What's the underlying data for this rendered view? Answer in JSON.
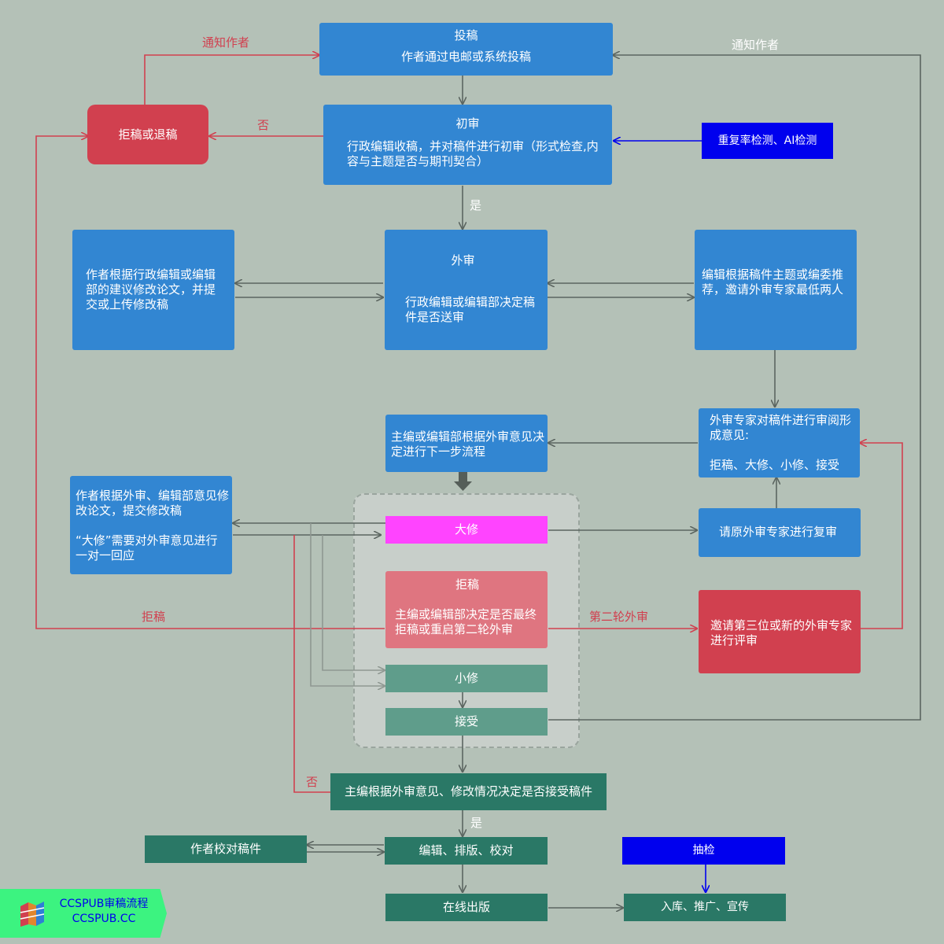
{
  "nodes": {
    "submit_title": "投稿",
    "submit_desc": "作者通过电邮或系统投稿",
    "reject_return": "拒稿或退稿",
    "initial_title": "初审",
    "initial_desc": "行政编辑收稿，并对稿件进行初审（形式检查,内容与主题是否与期刊契合）",
    "plagiarism": "重复率检测、AI检测",
    "author_revise_1": "作者根据行政编辑或编辑部的建议修改论文，并提交或上传修改稿",
    "external_title": "外审",
    "external_desc": "行政编辑或编辑部决定稿件是否送审",
    "invite_reviewers": "编辑根据稿件主题或编委推荐，邀请外审专家最低两人",
    "reviewer_opinion": "外审专家对稿件进行审阅形成意见:",
    "reviewer_options": "拒稿、大修、小修、接受",
    "editor_decide": "主编或编辑部根据外审意见决定进行下一步流程",
    "author_revise_2": "作者根据外审、编辑部意见修改论文，提交修改稿",
    "major_note": "“大修”需要对外审意见进行一对一回应",
    "major": "大修",
    "re_review": "请原外审专家进行复审",
    "reject_title": "拒稿",
    "reject_desc": "主编或编辑部决定是否最终拒稿或重启第二轮外审",
    "third_reviewer": "邀请第三位或新的外审专家进行评审",
    "minor": "小修",
    "accept": "接受",
    "final_decision": "主编根据外审意见、修改情况决定是否接受稿件",
    "author_proof": "作者校对稿件",
    "edit_typeset": "编辑、排版、校对",
    "spot_check": "抽检",
    "online_publish": "在线出版",
    "archive_promote": "入库、推广、宣传"
  },
  "edge_labels": {
    "notify_author_left": "通知作者",
    "notify_author_right": "通知作者",
    "no_initial": "否",
    "yes_initial": "是",
    "reject_edge": "拒稿",
    "second_round": "第二轮外审",
    "no_final": "否",
    "yes_final": "是"
  },
  "logo": {
    "line1": "CCSPUB审稿流程",
    "line2": "CCSPUB.CC"
  },
  "colors": {
    "background": "#b4c1b7",
    "blue": "#3286d2",
    "red": "#d1404f",
    "magenta": "#ff44ff",
    "teal": "#5f9d8b",
    "dark_green": "#2a7866",
    "navy": "#0000ee",
    "logo_green": "#3cf380"
  }
}
